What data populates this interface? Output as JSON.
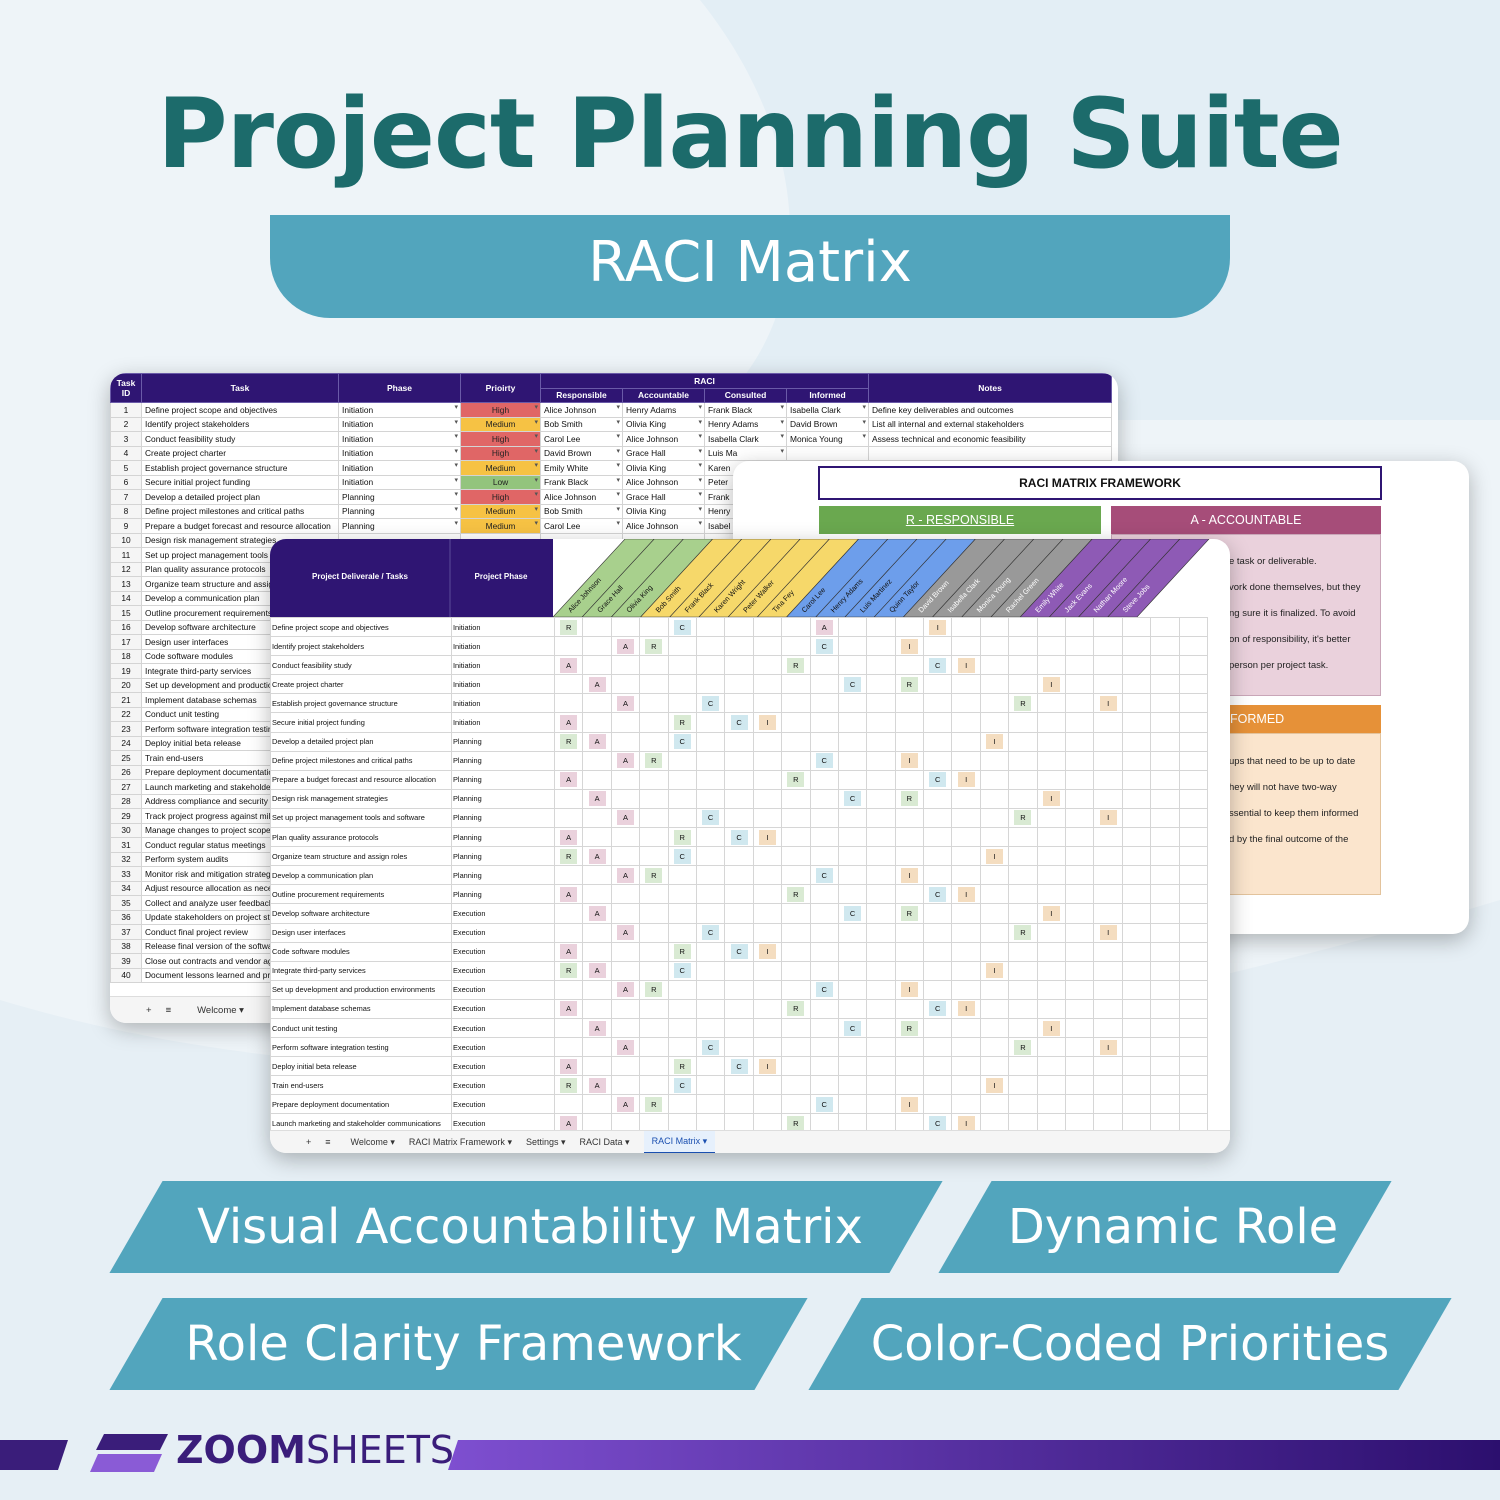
{
  "header": {
    "title": "Project Planning Suite",
    "subtitle": "RACI Matrix"
  },
  "back_sheet": {
    "columns": {
      "id": "Task ID",
      "task": "Task",
      "phase": "Phase",
      "priority": "Prioirty",
      "raci": "RACI",
      "responsible": "Responsible",
      "accountable": "Accountable",
      "consulted": "Consulted",
      "informed": "Informed",
      "notes": "Notes"
    },
    "rows": [
      {
        "id": "1",
        "task": "Define project scope and objectives",
        "phase": "Initiation",
        "priority": "High",
        "r": "Alice Johnson",
        "a": "Henry Adams",
        "c": "Frank Black",
        "i": "Isabella Clark",
        "notes": "Define key deliverables and outcomes"
      },
      {
        "id": "2",
        "task": "Identify project stakeholders",
        "phase": "Initiation",
        "priority": "Medium",
        "r": "Bob Smith",
        "a": "Olivia King",
        "c": "Henry Adams",
        "i": "David Brown",
        "notes": "List all internal and external stakeholders"
      },
      {
        "id": "3",
        "task": "Conduct feasibility study",
        "phase": "Initiation",
        "priority": "High",
        "r": "Carol Lee",
        "a": "Alice Johnson",
        "c": "Isabella Clark",
        "i": "Monica Young",
        "notes": "Assess technical and economic feasibility"
      },
      {
        "id": "4",
        "task": "Create project charter",
        "phase": "Initiation",
        "priority": "High",
        "r": "David Brown",
        "a": "Grace Hall",
        "c": "Luis Ma",
        "i": "",
        "notes": ""
      },
      {
        "id": "5",
        "task": "Establish project governance structure",
        "phase": "Initiation",
        "priority": "Medium",
        "r": "Emily White",
        "a": "Olivia King",
        "c": "Karen",
        "i": "",
        "notes": ""
      },
      {
        "id": "6",
        "task": "Secure initial project funding",
        "phase": "Initiation",
        "priority": "Low",
        "r": "Frank Black",
        "a": "Alice Johnson",
        "c": "Peter",
        "i": "",
        "notes": ""
      },
      {
        "id": "7",
        "task": "Develop a detailed project plan",
        "phase": "Planning",
        "priority": "High",
        "r": "Alice Johnson",
        "a": "Grace Hall",
        "c": "Frank",
        "i": "",
        "notes": ""
      },
      {
        "id": "8",
        "task": "Define project milestones and critical paths",
        "phase": "Planning",
        "priority": "Medium",
        "r": "Bob Smith",
        "a": "Olivia King",
        "c": "Henry",
        "i": "",
        "notes": ""
      },
      {
        "id": "9",
        "task": "Prepare a budget forecast and resource allocation",
        "phase": "Planning",
        "priority": "Medium",
        "r": "Carol Lee",
        "a": "Alice Johnson",
        "c": "Isabel",
        "i": "",
        "notes": ""
      },
      {
        "id": "10",
        "task": "Design risk management strategies"
      },
      {
        "id": "11",
        "task": "Set up project management tools a"
      },
      {
        "id": "12",
        "task": "Plan quality assurance protocols"
      },
      {
        "id": "13",
        "task": "Organize team structure and assig"
      },
      {
        "id": "14",
        "task": "Develop a communication plan"
      },
      {
        "id": "15",
        "task": "Outline procurement requirements"
      },
      {
        "id": "16",
        "task": "Develop software architecture"
      },
      {
        "id": "17",
        "task": "Design user interfaces"
      },
      {
        "id": "18",
        "task": "Code software modules"
      },
      {
        "id": "19",
        "task": "Integrate third-party services"
      },
      {
        "id": "20",
        "task": "Set up development and productio"
      },
      {
        "id": "21",
        "task": "Implement database schemas"
      },
      {
        "id": "22",
        "task": "Conduct unit testing"
      },
      {
        "id": "23",
        "task": "Perform software integration testin"
      },
      {
        "id": "24",
        "task": "Deploy initial beta release"
      },
      {
        "id": "25",
        "task": "Train end-users"
      },
      {
        "id": "26",
        "task": "Prepare deployment documentatio"
      },
      {
        "id": "27",
        "task": "Launch marketing and stakeholder"
      },
      {
        "id": "28",
        "task": "Address compliance and security r"
      },
      {
        "id": "29",
        "task": "Track project progress against mile"
      },
      {
        "id": "30",
        "task": "Manage changes to project scope"
      },
      {
        "id": "31",
        "task": "Conduct regular status meetings"
      },
      {
        "id": "32",
        "task": "Perform system audits"
      },
      {
        "id": "33",
        "task": "Monitor risk and mitigation strategi"
      },
      {
        "id": "34",
        "task": "Adjust resource allocation as nece"
      },
      {
        "id": "35",
        "task": "Collect and analyze user feedback"
      },
      {
        "id": "36",
        "task": "Update stakeholders on project sta"
      },
      {
        "id": "37",
        "task": "Conduct final project review"
      },
      {
        "id": "38",
        "task": "Release final version of the softwa"
      },
      {
        "id": "39",
        "task": "Close out contracts and vendor ag"
      },
      {
        "id": "40",
        "task": "Document lessons learned and pro"
      }
    ],
    "tabs": [
      "+",
      "≡",
      "Welcome"
    ]
  },
  "framework": {
    "title": "RACI MATRIX FRAMEWORK",
    "responsible_header": "R - RESPONSIBLE",
    "accountable_header": "A - ACCOUNTABLE",
    "informed_header": "NFORMED",
    "accountable_lines": [
      "e task or deliverable.",
      "vork done themselves, but they",
      "ng sure it is finalized. To avoid",
      "on of responsibility, it's better",
      "person per project task."
    ],
    "informed_lines": [
      "ups that need to be up to date",
      "hey will not have two-way",
      "ssential to keep them informed",
      "d by the final outcome of the"
    ],
    "colors": {
      "responsible": "#6aa84f",
      "accountable": "#a64d79",
      "informed": "#e69138",
      "title_border": "#2f1573"
    }
  },
  "front_sheet": {
    "col_task": "Project Deliverale / Tasks",
    "col_phase": "Project Phase",
    "people": [
      {
        "name": "Alice Johnson",
        "color": "#a8d08d"
      },
      {
        "name": "Grace Hall",
        "color": "#a8d08d"
      },
      {
        "name": "Olivia King",
        "color": "#a8d08d"
      },
      {
        "name": "Bob Smith",
        "color": "#f6d86a"
      },
      {
        "name": "Frank Black",
        "color": "#f6d86a"
      },
      {
        "name": "Karen Wright",
        "color": "#f6d86a"
      },
      {
        "name": "Peter Walker",
        "color": "#f6d86a"
      },
      {
        "name": "Tina Fey",
        "color": "#f6d86a"
      },
      {
        "name": "Carol Lee",
        "color": "#6d9eeb"
      },
      {
        "name": "Henry Adams",
        "color": "#6d9eeb"
      },
      {
        "name": "Luis Martinez",
        "color": "#6d9eeb"
      },
      {
        "name": "Quinn Taylor",
        "color": "#6d9eeb"
      },
      {
        "name": "David Brown",
        "color": "#999999"
      },
      {
        "name": "Isabella Clark",
        "color": "#999999"
      },
      {
        "name": "Monica Young",
        "color": "#999999"
      },
      {
        "name": "Rachel Green",
        "color": "#999999"
      },
      {
        "name": "Emily White",
        "color": "#8e5ab5"
      },
      {
        "name": "Jack Evans",
        "color": "#8e5ab5"
      },
      {
        "name": "Nathan Moore",
        "color": "#8e5ab5"
      },
      {
        "name": "Steve Jobs",
        "color": "#8e5ab5"
      }
    ],
    "rows": [
      {
        "task": "Define project scope and objectives",
        "phase": "Initiation",
        "cells": {
          "0": "R",
          "4": "C",
          "9": "A",
          "13": "I"
        }
      },
      {
        "task": "Identify project stakeholders",
        "phase": "Initiation",
        "cells": {
          "2": "A",
          "3": "R",
          "9": "C",
          "12": "I"
        }
      },
      {
        "task": "Conduct feasibility study",
        "phase": "Initiation",
        "cells": {
          "0": "A",
          "8": "R",
          "13": "C",
          "14": "I"
        }
      },
      {
        "task": "Create project charter",
        "phase": "Initiation",
        "cells": {
          "1": "A",
          "10": "C",
          "12": "R",
          "17": "I"
        }
      },
      {
        "task": "Establish project governance structure",
        "phase": "Initiation",
        "cells": {
          "2": "A",
          "5": "C",
          "16": "R",
          "19": "I"
        }
      },
      {
        "task": "Secure initial project funding",
        "phase": "Initiation",
        "cells": {
          "0": "A",
          "4": "R",
          "6": "C",
          "7": "I"
        }
      },
      {
        "task": "Develop a detailed project plan",
        "phase": "Planning",
        "cells": {
          "0": "R",
          "1": "A",
          "4": "C",
          "15": "I"
        }
      },
      {
        "task": "Define project milestones and critical paths",
        "phase": "Planning",
        "cells": {
          "2": "A",
          "3": "R",
          "9": "C",
          "12": "I"
        }
      },
      {
        "task": "Prepare a budget forecast and resource allocation",
        "phase": "Planning",
        "cells": {
          "0": "A",
          "8": "R",
          "13": "C",
          "14": "I"
        }
      },
      {
        "task": "Design risk management strategies",
        "phase": "Planning",
        "cells": {
          "1": "A",
          "10": "C",
          "12": "R",
          "17": "I"
        }
      },
      {
        "task": "Set up project management tools and software",
        "phase": "Planning",
        "cells": {
          "2": "A",
          "5": "C",
          "16": "R",
          "19": "I"
        }
      },
      {
        "task": "Plan quality assurance protocols",
        "phase": "Planning",
        "cells": {
          "0": "A",
          "4": "R",
          "6": "C",
          "7": "I"
        }
      },
      {
        "task": "Organize team structure and assign roles",
        "phase": "Planning",
        "cells": {
          "0": "R",
          "1": "A",
          "4": "C",
          "15": "I"
        }
      },
      {
        "task": "Develop a communication plan",
        "phase": "Planning",
        "cells": {
          "2": "A",
          "3": "R",
          "9": "C",
          "12": "I"
        }
      },
      {
        "task": "Outline procurement requirements",
        "phase": "Planning",
        "cells": {
          "0": "A",
          "8": "R",
          "13": "C",
          "14": "I"
        }
      },
      {
        "task": "Develop software architecture",
        "phase": "Execution",
        "cells": {
          "1": "A",
          "10": "C",
          "12": "R",
          "17": "I"
        }
      },
      {
        "task": "Design user interfaces",
        "phase": "Execution",
        "cells": {
          "2": "A",
          "5": "C",
          "16": "R",
          "19": "I"
        }
      },
      {
        "task": "Code software modules",
        "phase": "Execution",
        "cells": {
          "0": "A",
          "4": "R",
          "6": "C",
          "7": "I"
        }
      },
      {
        "task": "Integrate third-party services",
        "phase": "Execution",
        "cells": {
          "0": "R",
          "1": "A",
          "4": "C",
          "15": "I"
        }
      },
      {
        "task": "Set up development and production environments",
        "phase": "Execution",
        "cells": {
          "2": "A",
          "3": "R",
          "9": "C",
          "12": "I"
        }
      },
      {
        "task": "Implement database schemas",
        "phase": "Execution",
        "cells": {
          "0": "A",
          "8": "R",
          "13": "C",
          "14": "I"
        }
      },
      {
        "task": "Conduct unit testing",
        "phase": "Execution",
        "cells": {
          "1": "A",
          "10": "C",
          "12": "R",
          "17": "I"
        }
      },
      {
        "task": "Perform software integration testing",
        "phase": "Execution",
        "cells": {
          "2": "A",
          "5": "C",
          "16": "R",
          "19": "I"
        }
      },
      {
        "task": "Deploy initial beta release",
        "phase": "Execution",
        "cells": {
          "0": "A",
          "4": "R",
          "6": "C",
          "7": "I"
        }
      },
      {
        "task": "Train end-users",
        "phase": "Execution",
        "cells": {
          "0": "R",
          "1": "A",
          "4": "C",
          "15": "I"
        }
      },
      {
        "task": "Prepare deployment documentation",
        "phase": "Execution",
        "cells": {
          "2": "A",
          "3": "R",
          "9": "C",
          "12": "I"
        }
      },
      {
        "task": "Launch marketing and stakeholder communications",
        "phase": "Execution",
        "cells": {
          "0": "A",
          "8": "R",
          "13": "C",
          "14": "I"
        }
      }
    ],
    "tabs": [
      "+",
      "≡",
      "Welcome",
      "RACI Matrix Framework",
      "Settings",
      "RACI Data",
      "RACI Matrix"
    ],
    "header_bg": "#2f1573"
  },
  "features": [
    "Visual Accountability Matrix",
    "Dynamic Role",
    "Role Clarity Framework",
    "Color-Coded Priorities"
  ],
  "brand": {
    "name_bold": "ZOOM",
    "name_light": "SHEETS",
    "color": "#3a1d7a"
  }
}
